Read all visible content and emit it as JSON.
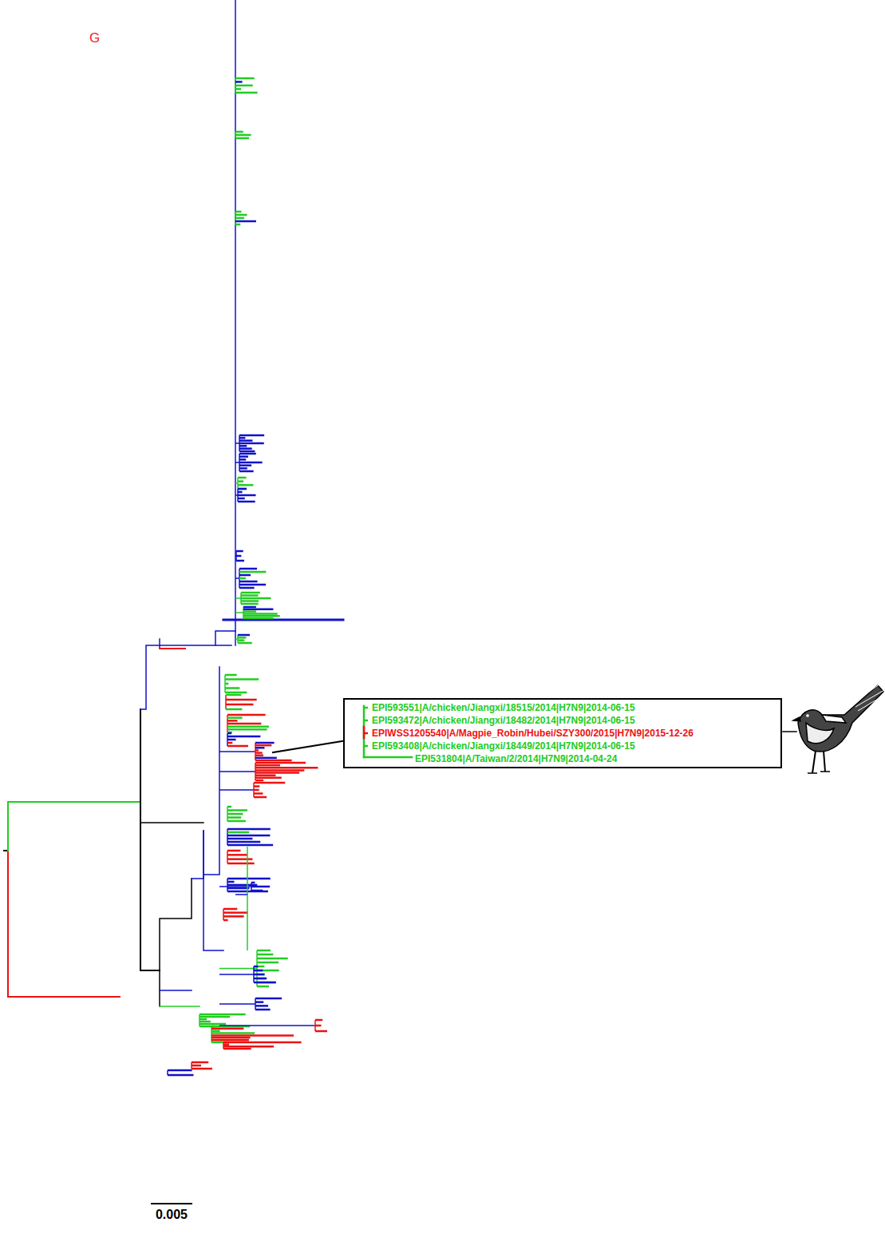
{
  "diagram": {
    "nodes": [
      {
        "text": [
          "EPI593551|A/chicken/Jiangxi/18515/2014|H7N9|2014-06-15",
          "EPI593472|A/chicken/Jiangxi/18482/2014|H7N9|2014-06-15",
          "EPIWSS1205540|A/Magpie_Robin/Hubei/SZY300/2015|H7N9|2015-12-26",
          "EPI593408|A/chicken/Jiangxi/18449/2014|H7N9|2014-06-15",
          "EPI531804|A/Taiwan/2/2014|H7N9|2014-04-24"
        ]
      }
    ],
    "labels": [
      "G",
      "0.005"
    ]
  }
}
